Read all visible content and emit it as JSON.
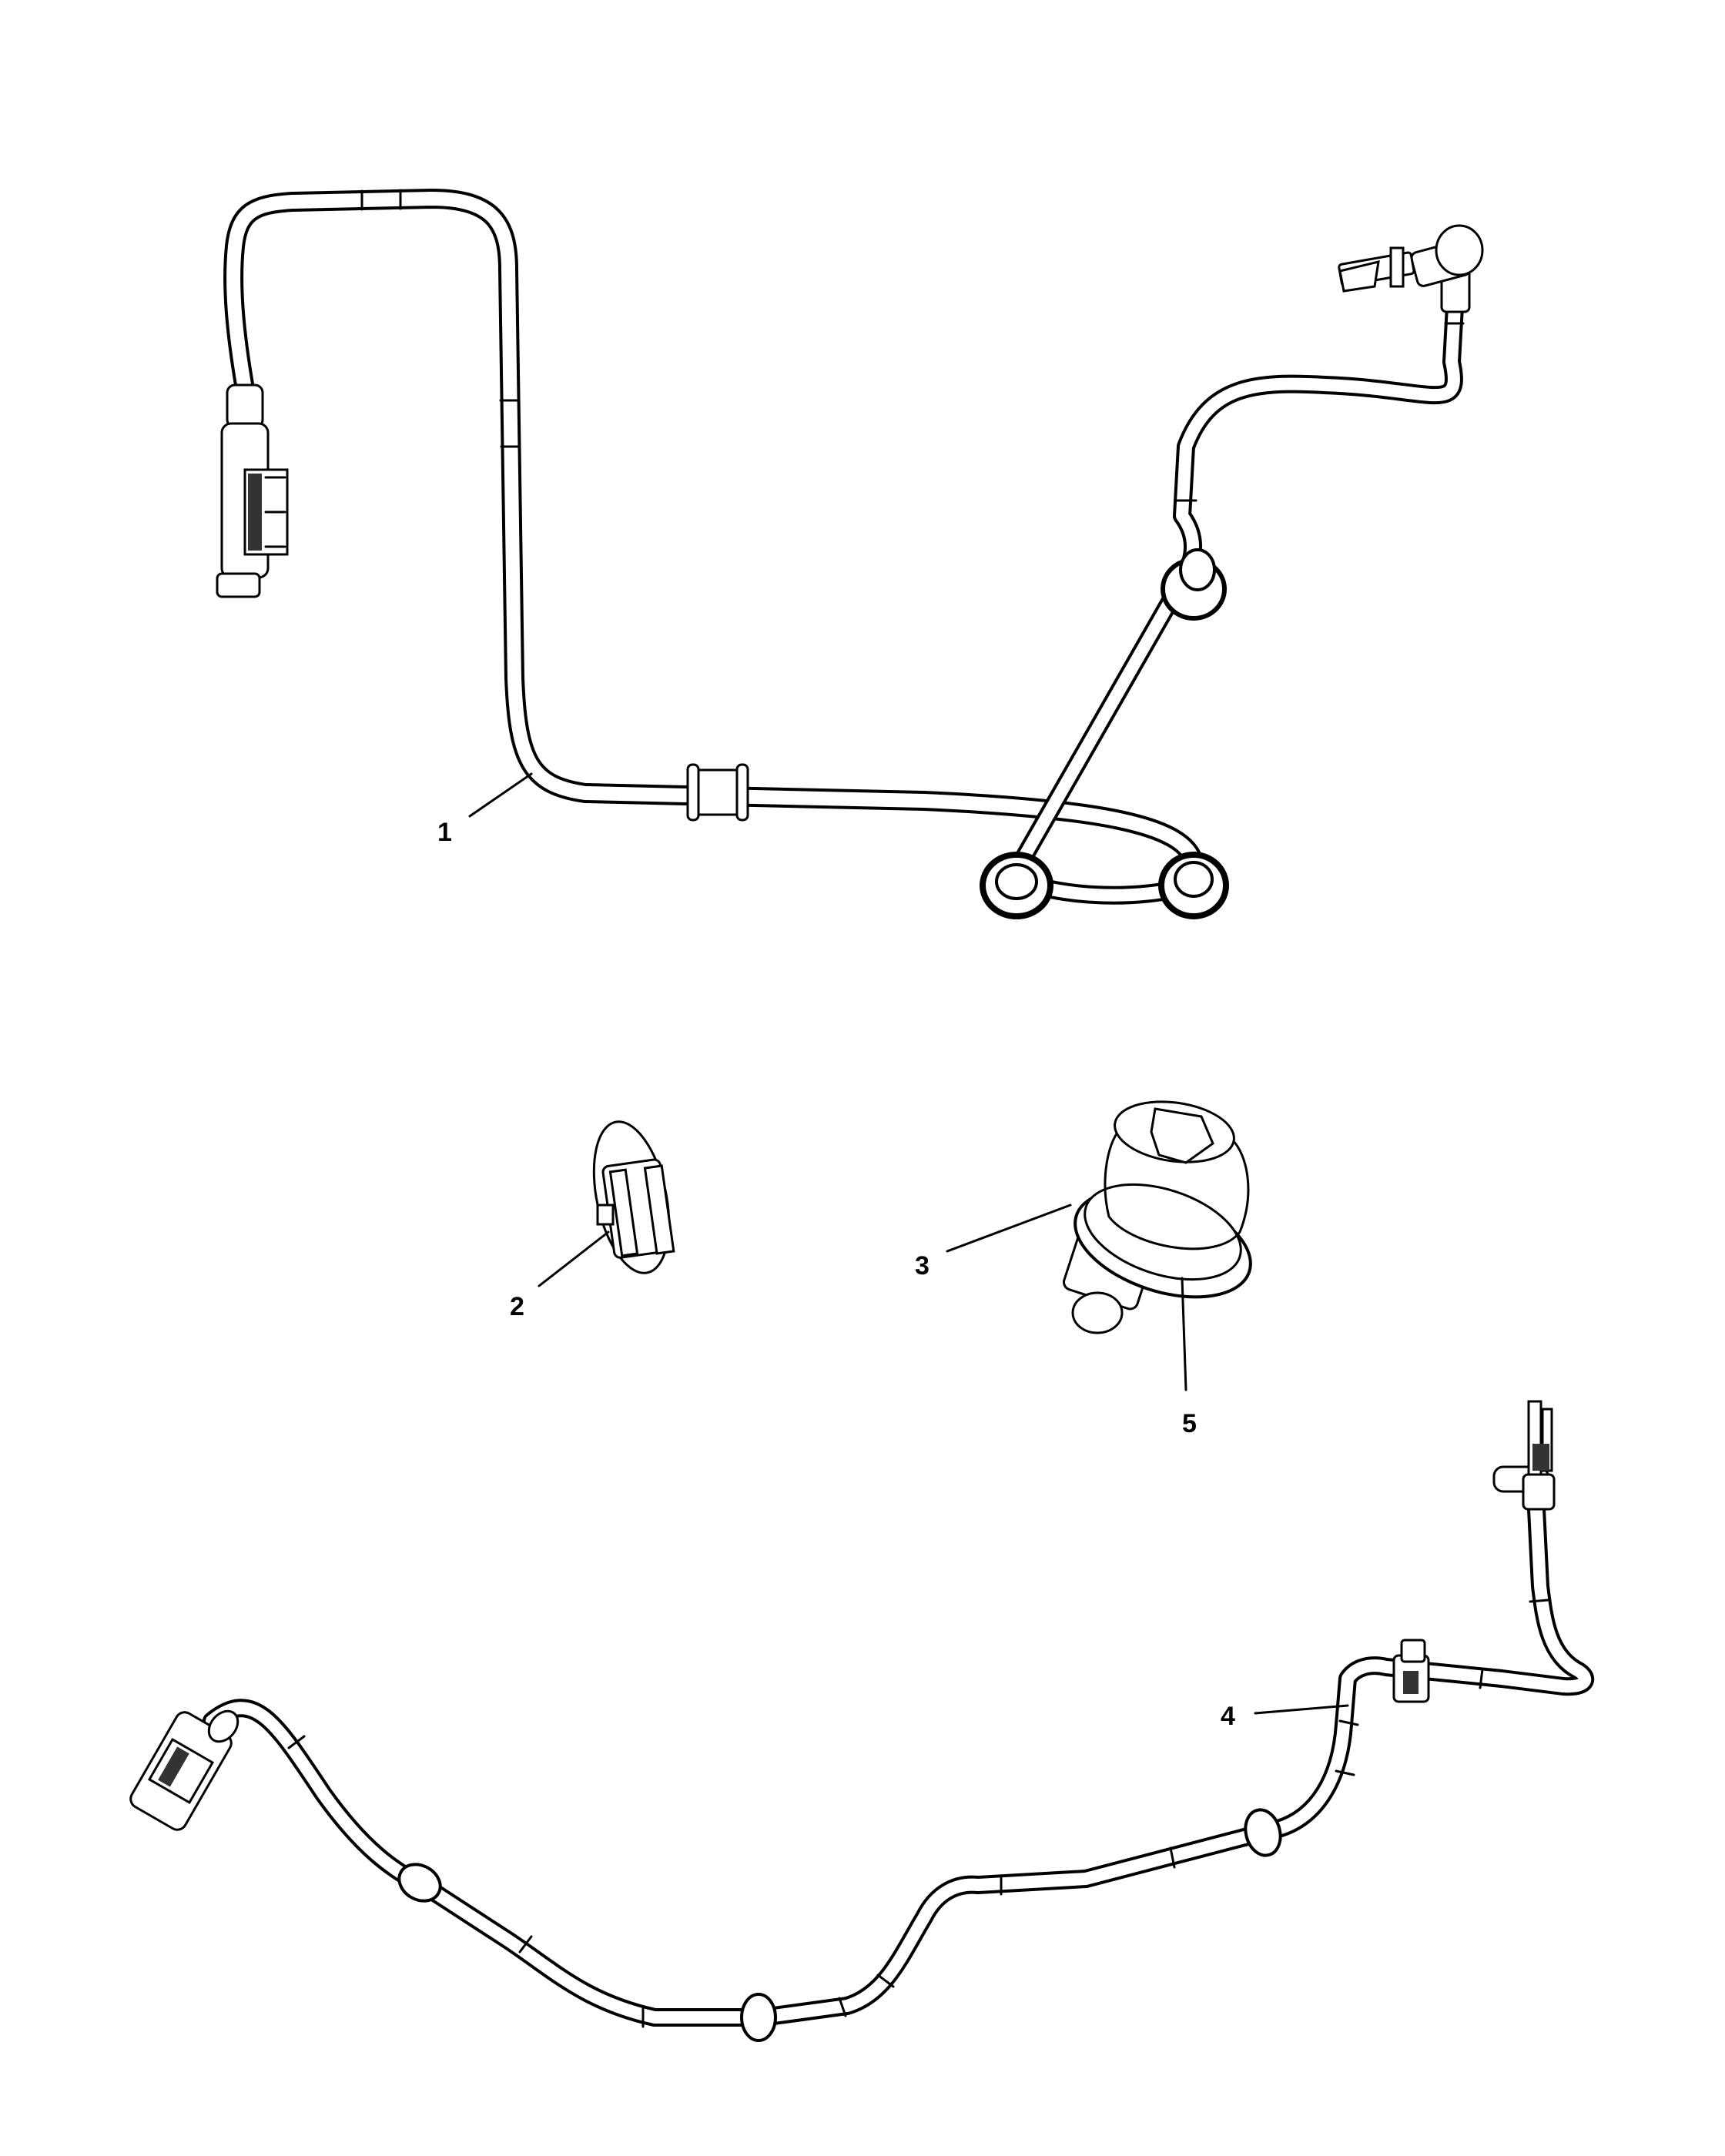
{
  "callouts": [
    {
      "id": "1",
      "label": "1"
    },
    {
      "id": "2",
      "label": "2"
    },
    {
      "id": "3",
      "label": "3"
    },
    {
      "id": "4",
      "label": "4"
    },
    {
      "id": "5",
      "label": "5"
    }
  ],
  "colors": {
    "line": "#000000",
    "fill": "#ffffff",
    "connector": "#1a1a1a"
  }
}
